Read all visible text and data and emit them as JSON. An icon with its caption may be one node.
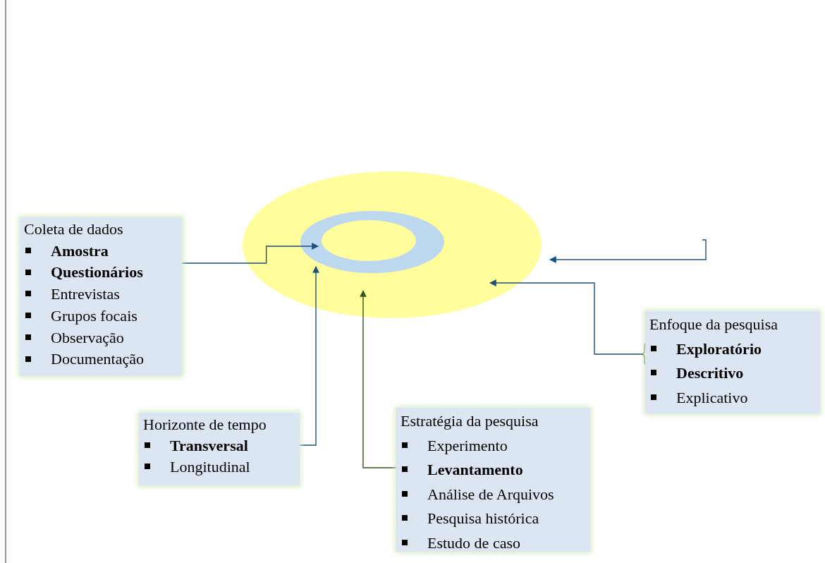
{
  "diagram": {
    "nodes": [
      {
        "text": [],
        "shape": "ellipse"
      },
      {
        "text": [],
        "shape": "ellipse",
        "in": 0
      },
      {
        "text": [],
        "shape": "ellipse",
        "in": 1
      },
      {
        "text": [
          "Coleta de dados",
          "**Amostra**",
          "**Questionários**",
          "Entrevistas",
          "Grupos focais",
          "Observação",
          "Documentação"
        ]
      },
      {
        "text": [
          "Horizonte de tempo",
          "**Transversal**",
          "Longitudinal"
        ]
      },
      {
        "text": [
          "Estratégia da pesquisa",
          "Experimento",
          "**Levantamento**",
          "Análise de Arquivos",
          "Pesquisa histórica",
          "Estudo de caso"
        ]
      },
      {
        "text": [
          "Enfoque da pesquisa",
          "**Exploratório**",
          "**Descritivo**",
          "Explicativo"
        ]
      }
    ],
    "edges": [
      {
        "from": 3,
        "to": 1,
        "arrow": "to"
      },
      {
        "from": 4,
        "to": 1,
        "arrow": "to"
      },
      {
        "from": 5,
        "to": 0,
        "arrow": "to",
        "color": "#375623"
      },
      {
        "from": 6,
        "to": 0,
        "arrow": "to"
      },
      {
        "from": null,
        "to": 0,
        "arrow": "to"
      }
    ]
  }
}
